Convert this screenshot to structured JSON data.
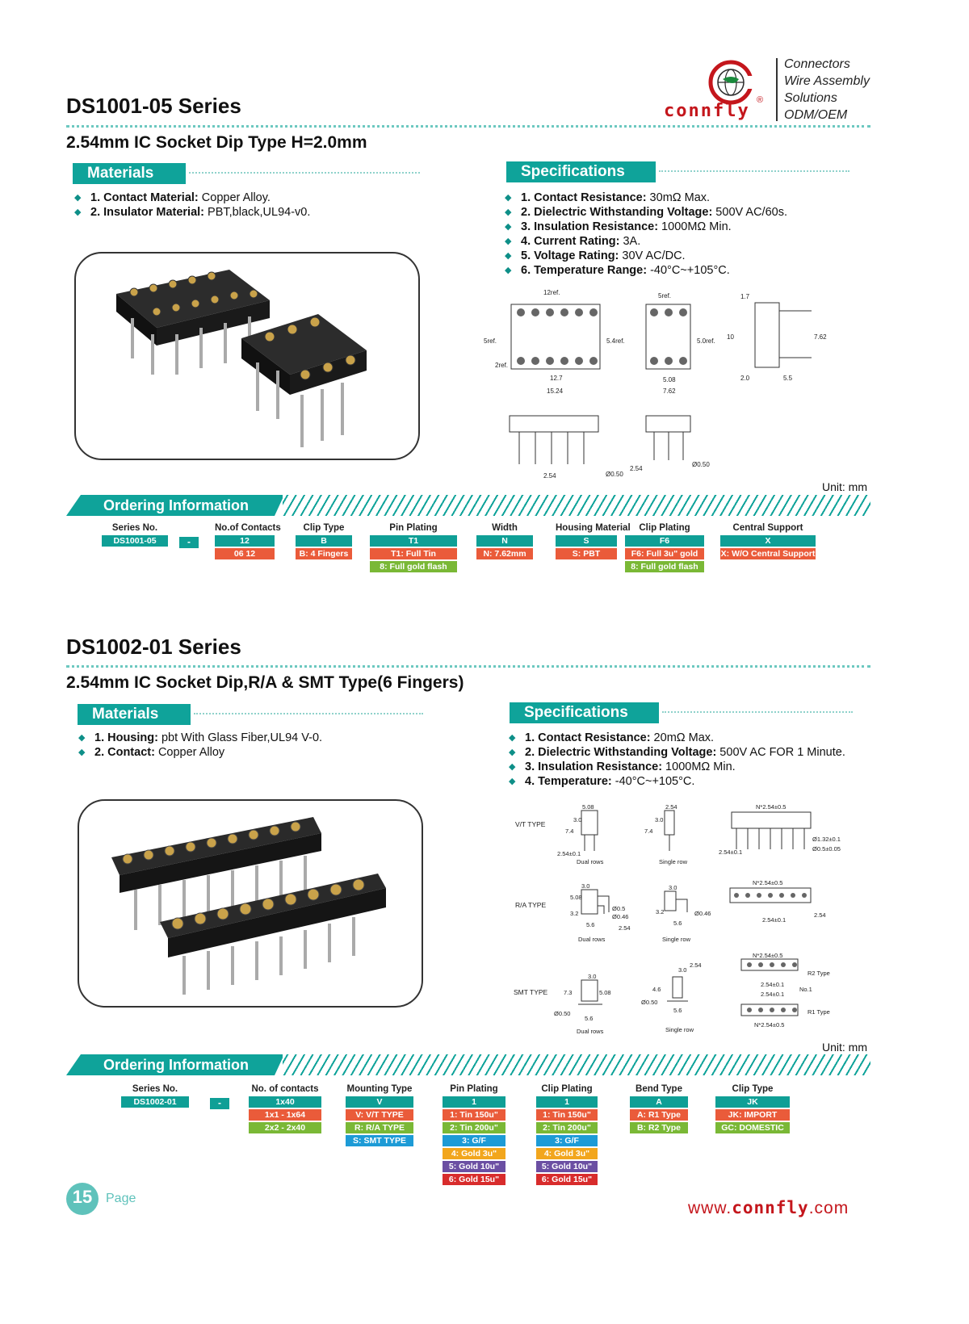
{
  "header": {
    "brand": "connfly",
    "registered": "®",
    "tagline": [
      "Connectors",
      "Wire Assembly",
      "Solutions",
      "ODM/OEM"
    ]
  },
  "s1": {
    "title": "DS1001-05 Series",
    "subtitle": "2.54mm IC Socket Dip Type H=2.0mm",
    "materials_head": "Materials",
    "materials": [
      {
        "k": "1. Contact Material:",
        "v": " Copper Alloy."
      },
      {
        "k": "2. Insulator Material:",
        "v": " PBT,black,UL94-v0."
      }
    ],
    "spec_head": "Specifications",
    "specs": [
      {
        "k": "1. Contact Resistance:",
        "v": " 30mΩ Max."
      },
      {
        "k": "2. Dielectric Withstanding Voltage:",
        "v": " 500V AC/60s."
      },
      {
        "k": "3. Insulation Resistance:",
        "v": " 1000MΩ Min."
      },
      {
        "k": "4. Current Rating:",
        "v": " 3A."
      },
      {
        "k": "5. Voltage Rating:",
        "v": " 30V AC/DC."
      },
      {
        "k": "6. Temperature Range:",
        "v": " -40°C~+105°C."
      }
    ],
    "dims": {
      "a": "12ref.",
      "b": "5ref.",
      "c": "1.7",
      "d": "5ref.",
      "e": "2ref.",
      "f": "5.4ref.",
      "g": "5.0ref.",
      "h": "12.7",
      "i": "15.24",
      "j": "5.08",
      "k": "7.62",
      "l": "10",
      "m": "7.62",
      "n": "2.0",
      "o": "5.5",
      "p": "2.54",
      "q": "Ø0.50",
      "r": "2.54",
      "s": "Ø0.50"
    },
    "unit": "Unit: mm",
    "ordering_head": "Ordering Information",
    "ordering": [
      {
        "h": "Series No.",
        "tags": [
          {
            "t": "DS1001-05",
            "c": "teal"
          }
        ]
      },
      {
        "h": "No.of Contacts",
        "tags": [
          {
            "t": "12",
            "c": "teal"
          },
          {
            "t": "06  12",
            "c": "red"
          }
        ]
      },
      {
        "h": "Clip Type",
        "tags": [
          {
            "t": "B",
            "c": "teal"
          },
          {
            "t": "B: 4 Fingers",
            "c": "red"
          }
        ]
      },
      {
        "h": "Pin Plating",
        "tags": [
          {
            "t": "T1",
            "c": "teal"
          },
          {
            "t": "T1: Full Tin",
            "c": "red"
          },
          {
            "t": "8: Full gold flash",
            "c": "green"
          }
        ]
      },
      {
        "h": "Width",
        "tags": [
          {
            "t": "N",
            "c": "teal"
          },
          {
            "t": "N: 7.62mm",
            "c": "red"
          }
        ]
      },
      {
        "h": "Housing Material",
        "tags": [
          {
            "t": "S",
            "c": "teal"
          },
          {
            "t": "S: PBT",
            "c": "red"
          }
        ]
      },
      {
        "h": "Clip Plating",
        "tags": [
          {
            "t": "F6",
            "c": "teal"
          },
          {
            "t": "F6: Full 3u\" gold",
            "c": "red"
          },
          {
            "t": "8: Full gold flash",
            "c": "green"
          }
        ]
      },
      {
        "h": "Central Support",
        "tags": [
          {
            "t": "X",
            "c": "teal"
          },
          {
            "t": "X: W/O Central Support",
            "c": "red"
          }
        ]
      }
    ],
    "dash": "-"
  },
  "s2": {
    "title": "DS1002-01 Series",
    "subtitle": "2.54mm IC Socket Dip,R/A & SMT Type(6 Fingers)",
    "materials_head": "Materials",
    "materials": [
      {
        "k": "1. Housing:",
        "v": " pbt With Glass Fiber,UL94 V-0."
      },
      {
        "k": "2. Contact:",
        "v": " Copper Alloy"
      }
    ],
    "spec_head": "Specifications",
    "specs": [
      {
        "k": "1. Contact Resistance:",
        "v": " 20mΩ Max."
      },
      {
        "k": "2. Dielectric Withstanding Voltage:",
        "v": " 500V AC FOR 1 Minute."
      },
      {
        "k": "3. Insulation Resistance:",
        "v": " 1000MΩ Min."
      },
      {
        "k": "4. Temperature:",
        "v": " -40°C~+105°C."
      }
    ],
    "types": {
      "vt": "V/T TYPE",
      "ra": "R/A TYPE",
      "smt": "SMT TYPE",
      "dual": "Dual rows",
      "single": "Single row",
      "r2": "R2 Type",
      "r1": "R1 Type",
      "no1": "No.1"
    },
    "dims": {
      "a": "5.08",
      "b": "3.0",
      "c": "7.4",
      "d": "2.54±0.1",
      "e": "2.54",
      "f": "3.0",
      "g": "7.4",
      "h": "N*2.54±0.5",
      "i": "2.54±0.1",
      "j": "Ø1.32±0.1",
      "k": "Ø0.5±0.05",
      "l": "3.0",
      "m": "5.08",
      "n": "3.2",
      "o": "Ø0.5",
      "p": "Ø0.46",
      "q": "5.6",
      "r": "2.54",
      "s": "3.0",
      "t": "3.2",
      "u": "Ø0.46",
      "v": "5.6",
      "w": "N*2.54±0.5",
      "x": "2.54±0.1",
      "y": "2.54",
      "z": "3.0",
      "aa": "7.3",
      "ab": "5.08",
      "ac": "Ø0.50",
      "ad": "5.6",
      "ae": "3.0",
      "af": "2.54",
      "ag": "4.6",
      "ah": "Ø0.50",
      "ai": "5.6",
      "aj": "N*2.54±0.5",
      "ak": "2.54±0.1",
      "al": "2.54±0.1",
      "am": "N*2.54±0.5"
    },
    "unit": "Unit: mm",
    "ordering_head": "Ordering Information",
    "ordering": [
      {
        "h": "Series No.",
        "tags": [
          {
            "t": "DS1002-01",
            "c": "teal"
          }
        ]
      },
      {
        "h": "No. of contacts",
        "tags": [
          {
            "t": "1x40",
            "c": "teal"
          },
          {
            "t": "1x1 - 1x64",
            "c": "red"
          },
          {
            "t": "2x2 - 2x40",
            "c": "green"
          }
        ]
      },
      {
        "h": "Mounting Type",
        "tags": [
          {
            "t": "V",
            "c": "teal"
          },
          {
            "t": "V:  V/T TYPE",
            "c": "red"
          },
          {
            "t": "R:  R/A TYPE",
            "c": "green"
          },
          {
            "t": "S:  SMT TYPE",
            "c": "blue"
          }
        ]
      },
      {
        "h": "Pin Plating",
        "tags": [
          {
            "t": "1",
            "c": "teal"
          },
          {
            "t": "1: Tin 150u\"",
            "c": "red"
          },
          {
            "t": "2: Tin 200u\"",
            "c": "green"
          },
          {
            "t": "3: G/F",
            "c": "blue"
          },
          {
            "t": "4: Gold 3u\"",
            "c": "yellow"
          },
          {
            "t": "5: Gold 10u\"",
            "c": "purple"
          },
          {
            "t": "6: Gold 15u\"",
            "c": "dred"
          }
        ]
      },
      {
        "h": "Clip Plating",
        "tags": [
          {
            "t": "1",
            "c": "teal"
          },
          {
            "t": "1: Tin 150u\"",
            "c": "red"
          },
          {
            "t": "2: Tin 200u\"",
            "c": "green"
          },
          {
            "t": "3: G/F",
            "c": "blue"
          },
          {
            "t": "4: Gold 3u\"",
            "c": "yellow"
          },
          {
            "t": "5: Gold 10u\"",
            "c": "purple"
          },
          {
            "t": "6: Gold 15u\"",
            "c": "dred"
          }
        ]
      },
      {
        "h": "Bend Type",
        "tags": [
          {
            "t": "A",
            "c": "teal"
          },
          {
            "t": "A: R1 Type",
            "c": "red"
          },
          {
            "t": "B: R2 Type",
            "c": "green"
          }
        ]
      },
      {
        "h": "Clip Type",
        "tags": [
          {
            "t": "JK",
            "c": "teal"
          },
          {
            "t": "JK: IMPORT",
            "c": "red"
          },
          {
            "t": "GC: DOMESTIC",
            "c": "green"
          }
        ]
      }
    ],
    "dash": "-"
  },
  "footer": {
    "page_num": "15",
    "page_label": "Page",
    "url_pre": "www.",
    "url_brand": "connfly",
    "url_post": ".com"
  },
  "colors": {
    "teal": "#0f9f96",
    "red": "#ea5b3a",
    "green": "#7ab836",
    "blue": "#1d9bd6",
    "yellow": "#f2a61d",
    "purple": "#6b4fa3",
    "dred": "#d82c2c",
    "brand": "#c4161c"
  }
}
